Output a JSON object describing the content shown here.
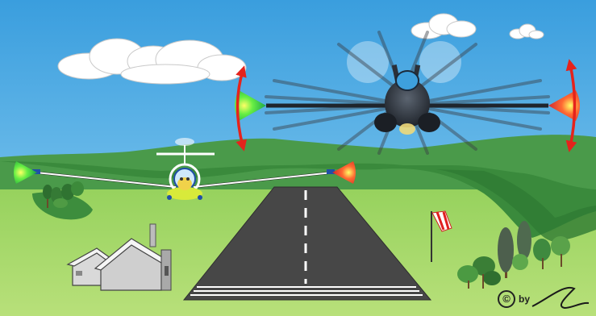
{
  "scene": {
    "sky_color": "#3ea0dd",
    "grass_color": "#a9d96b",
    "hill_color": "#3f8f45",
    "runway_color": "#4a4a4a",
    "nav_light_left": "green",
    "nav_light_right": "red"
  },
  "copyright": {
    "symbol": "©",
    "by": "by"
  }
}
